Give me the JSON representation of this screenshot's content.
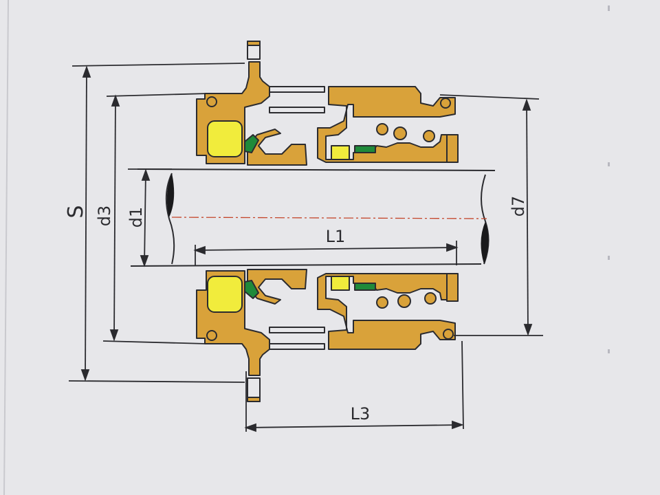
{
  "diagram": {
    "labels": {
      "s": "S",
      "d3": "d3",
      "d1": "d1",
      "d7": "d7",
      "l1": "L1",
      "l3": "L3"
    },
    "colors": {
      "paper": "#e7e7ea",
      "line": "#2b2b2f",
      "metal": "#d9a23a",
      "seal_face": "#f1ec3c",
      "elastomer": "#1f8a3a",
      "centerline": "#c4452a"
    }
  }
}
